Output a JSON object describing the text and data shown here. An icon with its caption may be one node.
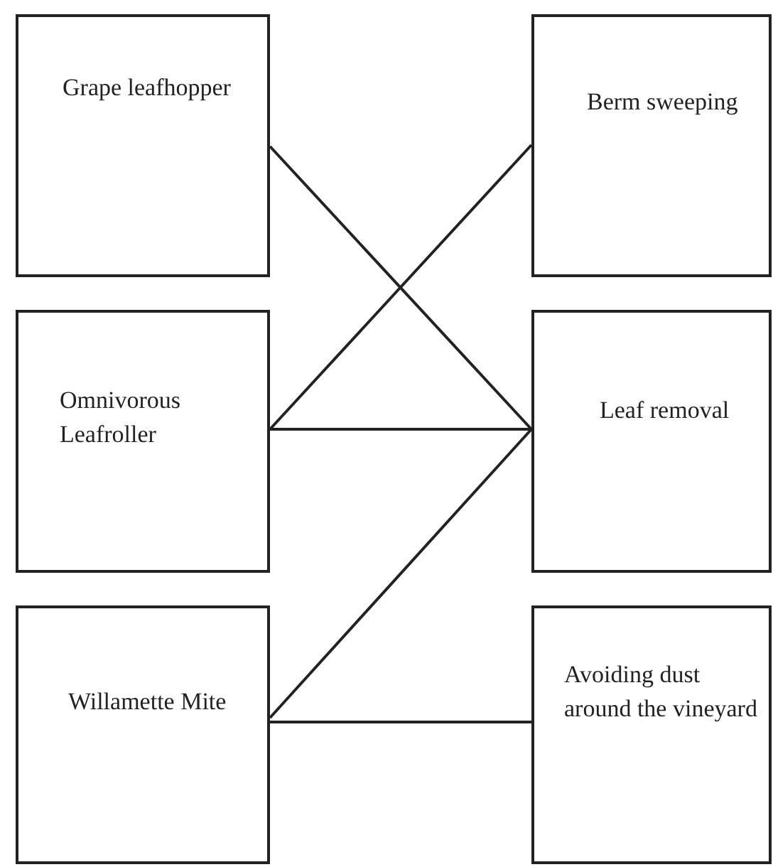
{
  "diagram": {
    "nodes": [
      {
        "text": [
          "Grape leafhopper"
        ]
      },
      {
        "text": [
          "Berm sweeping"
        ]
      },
      {
        "text": [
          "Omnivorous Leafroller"
        ]
      },
      {
        "text": [
          "Leaf removal"
        ]
      },
      {
        "text": [
          "Willamette Mite"
        ]
      },
      {
        "text": [
          "Avoiding dust around the vineyard"
        ]
      }
    ],
    "edges": [
      {
        "from": 0,
        "to": 3,
        "arrow": "none"
      },
      {
        "from": 1,
        "to": 2,
        "arrow": "none"
      },
      {
        "from": 2,
        "to": 3,
        "arrow": "none"
      },
      {
        "from": 4,
        "to": 3,
        "arrow": "none"
      },
      {
        "from": 4,
        "to": 5,
        "arrow": "none"
      }
    ]
  }
}
